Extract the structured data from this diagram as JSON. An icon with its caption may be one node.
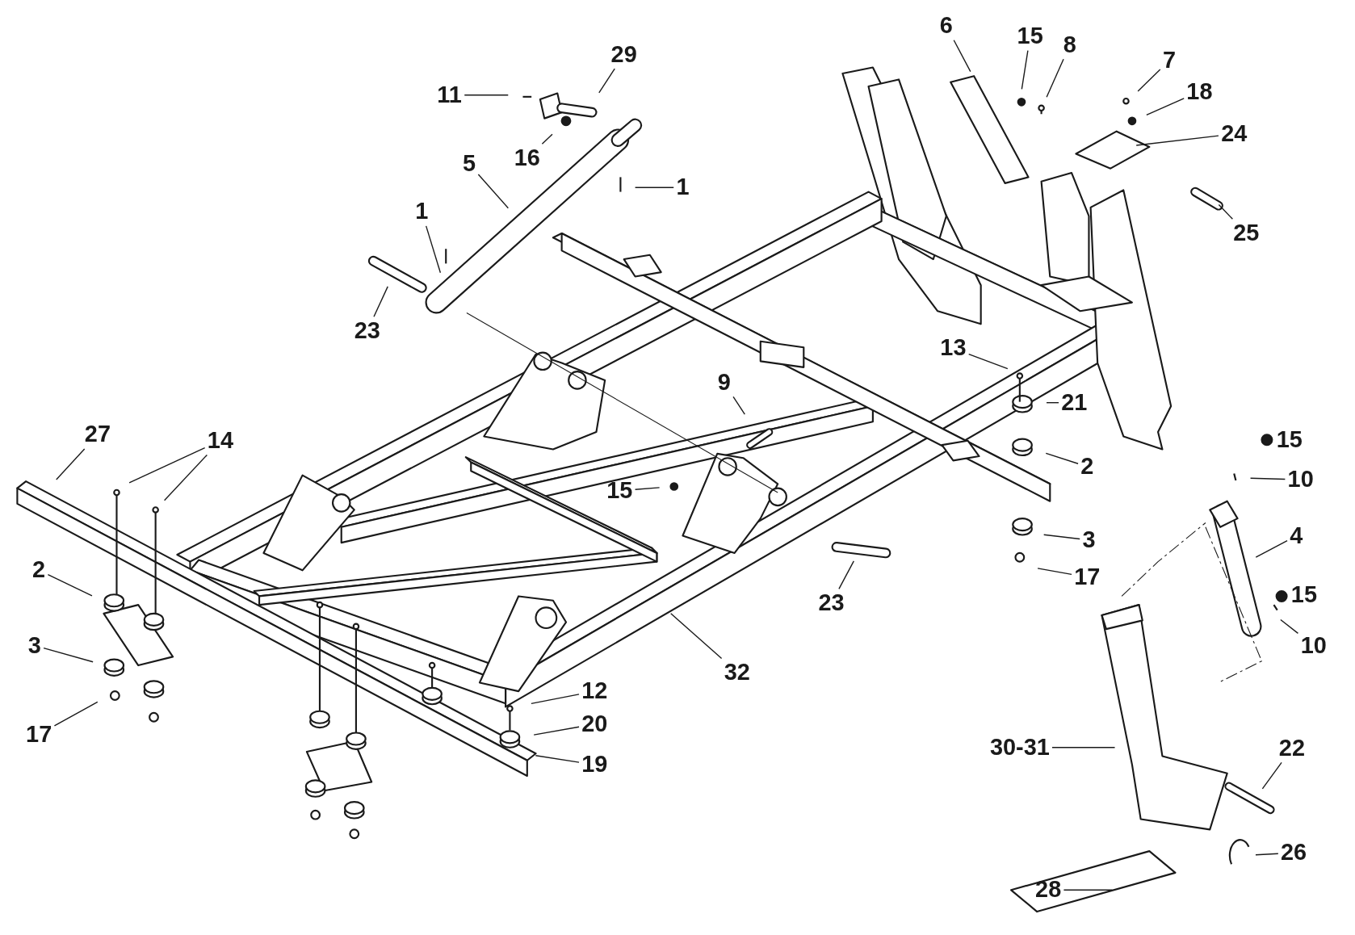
{
  "diagram": {
    "nodes": [
      {
        "text": [
          "29"
        ]
      },
      {
        "text": [
          "11"
        ]
      },
      {
        "text": [
          "16"
        ]
      },
      {
        "text": [
          "5"
        ]
      },
      {
        "text": [
          "1"
        ]
      },
      {
        "text": [
          "1"
        ]
      },
      {
        "text": [
          "23"
        ]
      },
      {
        "text": [
          "6"
        ]
      },
      {
        "text": [
          "15"
        ]
      },
      {
        "text": [
          "8"
        ]
      },
      {
        "text": [
          "7"
        ]
      },
      {
        "text": [
          "18"
        ]
      },
      {
        "text": [
          "24"
        ]
      },
      {
        "text": [
          "25"
        ]
      },
      {
        "text": [
          "13"
        ]
      },
      {
        "text": [
          "9"
        ]
      },
      {
        "text": [
          "21"
        ]
      },
      {
        "text": [
          "27"
        ]
      },
      {
        "text": [
          "14"
        ]
      },
      {
        "text": [
          "2"
        ]
      },
      {
        "text": [
          "15"
        ]
      },
      {
        "text": [
          "10"
        ]
      },
      {
        "text": [
          "4"
        ]
      },
      {
        "text": [
          "3"
        ]
      },
      {
        "text": [
          "17"
        ]
      },
      {
        "text": [
          "23"
        ]
      },
      {
        "text": [
          "10"
        ]
      },
      {
        "text": [
          "2"
        ]
      },
      {
        "text": [
          "3"
        ]
      },
      {
        "text": [
          "32"
        ]
      },
      {
        "text": [
          "12"
        ]
      },
      {
        "text": [
          "20"
        ]
      },
      {
        "text": [
          "17"
        ]
      },
      {
        "text": [
          "30-31"
        ]
      },
      {
        "text": [
          "22"
        ]
      },
      {
        "text": [
          "19"
        ]
      },
      {
        "text": [
          "26"
        ]
      },
      {
        "text": [
          "28"
        ]
      }
    ],
    "edges": [
      {
        "from": 0,
        "to": null,
        "arrow": "none"
      },
      {
        "from": 1,
        "to": null,
        "arrow": "none"
      },
      {
        "from": 2,
        "to": null,
        "arrow": "none"
      },
      {
        "from": 3,
        "to": null,
        "arrow": "none"
      },
      {
        "from": 4,
        "to": null,
        "arrow": "none"
      },
      {
        "from": 5,
        "to": null,
        "arrow": "none"
      },
      {
        "from": 6,
        "to": null,
        "arrow": "none"
      },
      {
        "from": 7,
        "to": null,
        "arrow": "none"
      },
      {
        "from": 8,
        "to": null,
        "arrow": "none"
      },
      {
        "from": 9,
        "to": null,
        "arrow": "none"
      },
      {
        "from": 10,
        "to": null,
        "arrow": "none"
      },
      {
        "from": 11,
        "to": null,
        "arrow": "none"
      },
      {
        "from": 12,
        "to": null,
        "arrow": "none"
      },
      {
        "from": 13,
        "to": null,
        "arrow": "none"
      },
      {
        "from": 14,
        "to": null,
        "arrow": "none"
      },
      {
        "from": 15,
        "to": null,
        "arrow": "none"
      },
      {
        "from": 16,
        "to": null,
        "arrow": "none"
      },
      {
        "from": 17,
        "to": null,
        "arrow": "none"
      },
      {
        "from": 18,
        "to": null,
        "arrow": "none"
      },
      {
        "from": 18,
        "to": null,
        "arrow": "none"
      },
      {
        "from": 19,
        "to": null,
        "arrow": "none"
      },
      {
        "from": 20,
        "to": null,
        "arrow": "none"
      },
      {
        "from": 21,
        "to": null,
        "arrow": "none"
      },
      {
        "from": 22,
        "to": null,
        "arrow": "none"
      },
      {
        "from": 23,
        "to": null,
        "arrow": "none"
      },
      {
        "from": 24,
        "to": null,
        "arrow": "none"
      },
      {
        "from": 25,
        "to": null,
        "arrow": "none"
      },
      {
        "from": 26,
        "to": null,
        "arrow": "none"
      },
      {
        "from": 27,
        "to": null,
        "arrow": "none"
      },
      {
        "from": 28,
        "to": null,
        "arrow": "none"
      },
      {
        "from": 29,
        "to": null,
        "arrow": "none"
      },
      {
        "from": 30,
        "to": null,
        "arrow": "none"
      },
      {
        "from": 31,
        "to": null,
        "arrow": "none"
      },
      {
        "from": 32,
        "to": null,
        "arrow": "none"
      },
      {
        "from": 33,
        "to": null,
        "arrow": "none"
      },
      {
        "from": 34,
        "to": null,
        "arrow": "none"
      },
      {
        "from": 35,
        "to": null,
        "arrow": "none"
      },
      {
        "from": 36,
        "to": null,
        "arrow": "none"
      },
      {
        "from": 37,
        "to": null,
        "arrow": "none"
      }
    ],
    "labels": [
      "15",
      "15"
    ]
  }
}
